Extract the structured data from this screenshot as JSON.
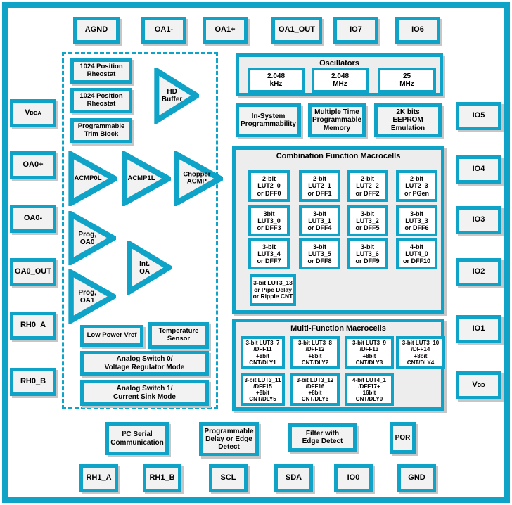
{
  "colors": {
    "accent_teal": "#0fa3c7",
    "block_fill": "#f2f2f2",
    "panel_fill": "#ededed",
    "cell_fill": "#ffffff",
    "shadow": "#c6c6c6",
    "text": "#000000"
  },
  "pins": {
    "top": [
      "AGND",
      "OA1-",
      "OA1+",
      "OA1_OUT",
      "IO7",
      "IO6"
    ],
    "left": [
      {
        "main": "V",
        "sub": "DDA"
      },
      {
        "main": "OA0+",
        "sub": ""
      },
      {
        "main": "OA0-",
        "sub": ""
      },
      {
        "main": "OA0_OUT",
        "sub": ""
      },
      {
        "main": "RH0_A",
        "sub": ""
      },
      {
        "main": "RH0_B",
        "sub": ""
      }
    ],
    "right": [
      {
        "main": "IO5",
        "sub": ""
      },
      {
        "main": "IO4",
        "sub": ""
      },
      {
        "main": "IO3",
        "sub": ""
      },
      {
        "main": "IO2",
        "sub": ""
      },
      {
        "main": "IO1",
        "sub": ""
      },
      {
        "main": "V",
        "sub": "DD"
      }
    ],
    "bottom": [
      "RH1_A",
      "RH1_B",
      "SCL",
      "SDA",
      "IO0",
      "GND"
    ]
  },
  "analog": {
    "rheostat1": "1024 Position\nRheostat",
    "rheostat2": "1024 Position\nRheostat",
    "trim_block": "Programmable\nTrim Block",
    "hd_buffer": "HD\nBuffer",
    "acmp0l": "ACMP0L",
    "acmp1l": "ACMP1L",
    "chopper_acmp": "Chopper\nACMP",
    "prog_oa0": "Prog,\nOA0",
    "int_oa": "Int.\nOA",
    "prog_oa1": "Prog,\nOA1",
    "low_power_vref": "Low Power Vref",
    "temperature_sensor": "Temperature\nSensor",
    "analog_switch0": "Analog Switch 0/\nVoltage Regulator Mode",
    "analog_switch1": "Analog Switch 1/\nCurrent Sink Mode"
  },
  "oscillators": {
    "title": "Oscillators",
    "items": [
      "2.048\nkHz",
      "2.048\nMHz",
      "25\nMHz"
    ]
  },
  "memory_blocks": [
    "In-System\nProgrammability",
    "Multiple Time\nProgrammable\nMemory",
    "2K bits\nEEPROM\nEmulation"
  ],
  "combination": {
    "title": "Combination Function Macrocells",
    "cells": [
      "2-bit\nLUT2_0\nor DFF0",
      "2-bit\nLUT2_1\nor DFF1",
      "2-bit\nLUT2_2\nor DFF2",
      "2-bit\nLUT2_3\nor PGen",
      "3bit\nLUT3_0\nor DFF3",
      "3-bit\nLUT3_1\nor DFF4",
      "3-bit\nLUT3_2\nor DFF5",
      "3-bit\nLUT3_3\nor DFF6",
      "3-bit\nLUT3_4\nor DFF7",
      "3-bit\nLUT3_5\nor DFF8",
      "3-bit\nLUT3_6\nor DFF9",
      "4-bit\nLUT4_0\nor DFF10",
      "3-bit LUT3_13\nor Pipe Delay\nor Ripple CNT"
    ]
  },
  "multi_function": {
    "title": "Multi-Function Macrocells",
    "cells": [
      "3-bit LUT3_7\n/DFF11\n+8bit\nCNT/DLY1",
      "3-bit LUT3_8\n/DFF12\n+8bit\nCNT/DLY2",
      "3-bit LUT3_9\n/DFF13\n+8bit\nCNT/DLY3",
      "3-bit LUT3_10\n/DFF14\n+8bit\nCNT/DLY4",
      "3-bit LUT3_11\n/DFF15\n+8bit\nCNT/DLY5",
      "3-bit LUT3_12\n/DFF16\n+8bit\nCNT/DLY6",
      "4-bit LUT4_1\n/DFF17+\n16bit\nCNT/DLY0"
    ]
  },
  "bottom_blocks": [
    "I²C Serial\nCommunication",
    "Programmable\nDelay or Edge\nDetect",
    "Filter with\nEdge Detect",
    "POR"
  ]
}
